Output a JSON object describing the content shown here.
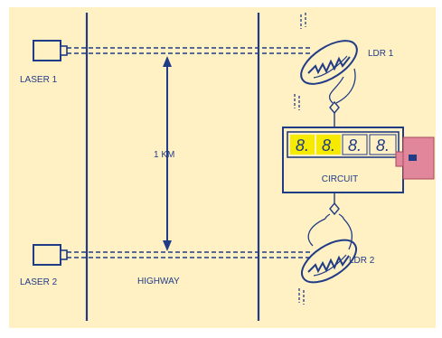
{
  "colors": {
    "background": "#fff1c4",
    "line": "#213c86",
    "display_segment": "#f5ea00",
    "plug": "#e1879b",
    "plug_slot": "#213c86"
  },
  "labels": {
    "laser1": "LASER 1",
    "laser2": "LASER 2",
    "ldr1": "LDR 1",
    "ldr2": "LDR 2",
    "distance": "1 KM",
    "highway": "HIGHWAY",
    "circuit": "CIRCUIT"
  },
  "display": {
    "digits": [
      "8.",
      "8.",
      "8.",
      "8."
    ]
  },
  "icons": {
    "laser": "laser-emitter-icon",
    "ldr": "light-dependent-resistor-icon",
    "plug": "power-plug-icon"
  }
}
